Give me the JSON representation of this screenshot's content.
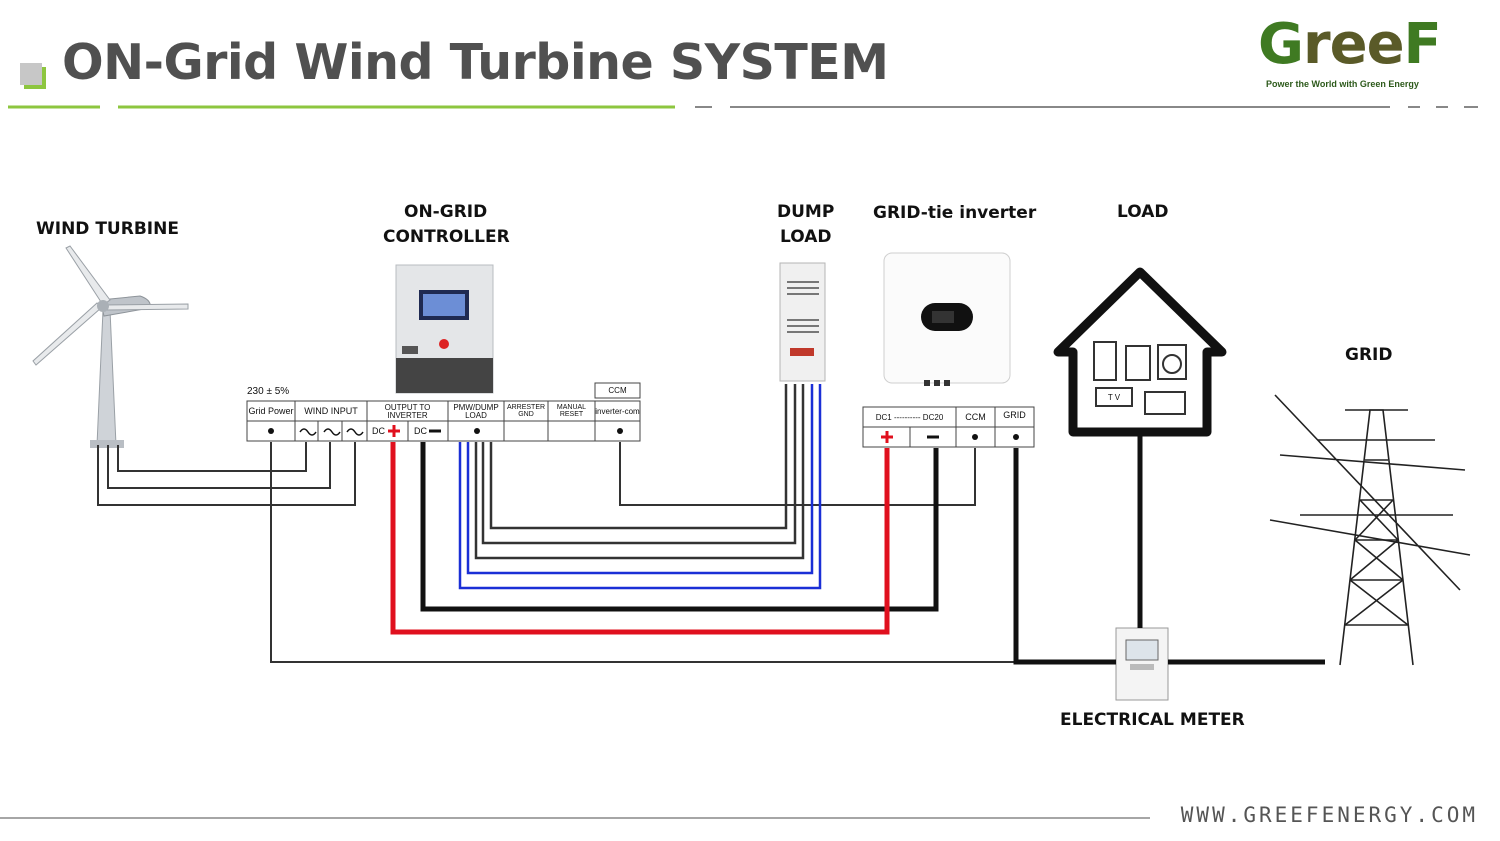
{
  "header": {
    "title": "ON-Grid Wind Turbine SYSTEM",
    "brand_name": "GreeF",
    "brand_tagline": "Power the World with Green Energy",
    "accent_color": "#8dc63f"
  },
  "components": {
    "wind_turbine": "WIND TURBINE",
    "controller_line1": "ON-GRID",
    "controller_line2": "CONTROLLER",
    "dump_load_line1": "DUMP",
    "dump_load_line2": "LOAD",
    "inverter": "GRID-tie inverter",
    "load": "LOAD",
    "grid": "GRID",
    "meter": "ELECTRICAL METER"
  },
  "controller_terminal": {
    "voltage_note": "230 ± 5%",
    "ccm_tag": "CCM",
    "headers": [
      "Grid Power",
      "WIND INPUT",
      "OUTPUT TO INVERTER",
      "PMW/DUMP LOAD",
      "ARRESTER GND",
      "MANUAL RESET",
      "inverter-com"
    ],
    "dc_plus": "DC",
    "dc_minus": "DC"
  },
  "inverter_terminal": {
    "headers": [
      "DC1 ---------- DC20",
      "CCM",
      "GRID"
    ]
  },
  "load_appliances": {
    "tv": "T V"
  },
  "footer": {
    "website": "WWW.GREEFENERGY.COM"
  },
  "wire_colors": {
    "positive": "#e0101e",
    "negative": "#111111",
    "dump": "#1a2fd6",
    "signal": "#333333"
  }
}
